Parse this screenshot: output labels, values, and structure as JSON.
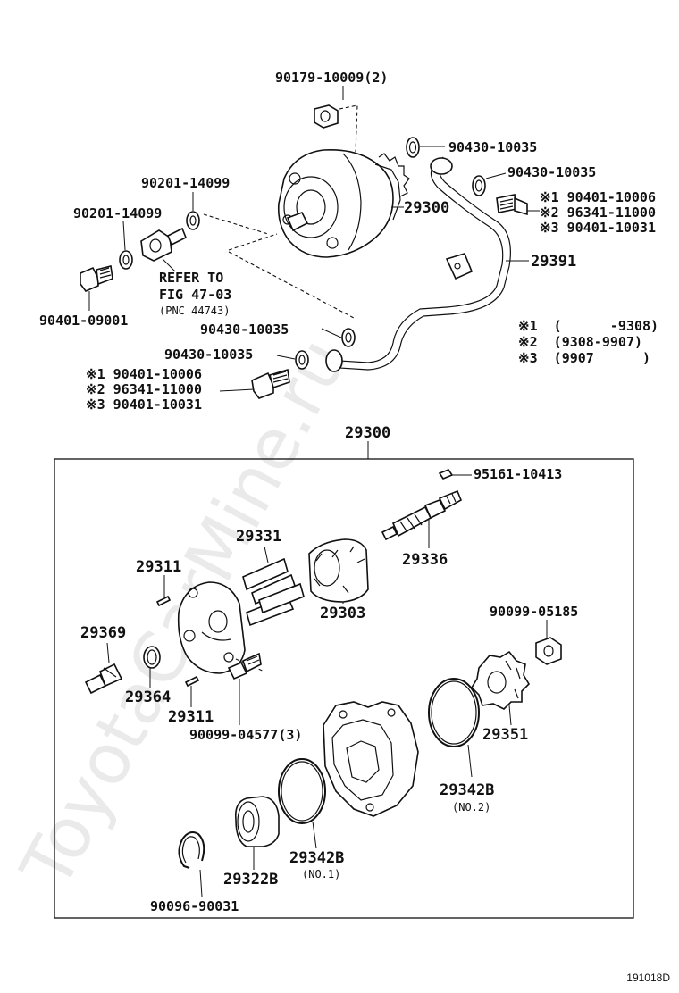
{
  "watermark": "ToyotaCarMine.ru",
  "diagram_code": "191018D",
  "upper": {
    "nut": "90179-10009(2)",
    "gasket_a": "90430-10035",
    "gasket_b": "90430-10035",
    "bolt_right_1": "※1 90401-10006",
    "bolt_right_2": "※2 96341-11000",
    "bolt_right_3": "※3 90401-10031",
    "pump": "29300",
    "pipe": "29391",
    "washer_a": "90201-14099",
    "washer_b": "90201-14099",
    "refer_1": "REFER TO",
    "refer_2": "FIG 47-03",
    "refer_3": "(PNC 44743)",
    "bolt_left": "90401-09001",
    "gasket_c": "90430-10035",
    "gasket_d": "90430-10035",
    "bolt_lower_1": "※1 90401-10006",
    "bolt_lower_2": "※2 96341-11000",
    "bolt_lower_3": "※3 90401-10031",
    "note_1": "※1  (      -9308)",
    "note_2": "※2  (9308-9907)",
    "note_3": "※3  (9907      )"
  },
  "box": {
    "title": "29300",
    "key": "95161-10413",
    "shaft": "29336",
    "vane": "29331",
    "rotor": "29303",
    "pin_top": "29311",
    "nut2": "90099-05185",
    "valve": "29369",
    "oring_small": "29364",
    "pin_bottom": "29311",
    "bolt3": "90099-04577(3)",
    "gear": "29351",
    "oring_no2": "29342B",
    "oring_no2_sub": "(NO.2)",
    "oring_no1": "29342B",
    "oring_no1_sub": "(NO.1)",
    "bearing": "29322B",
    "snapring": "90096-90031"
  }
}
